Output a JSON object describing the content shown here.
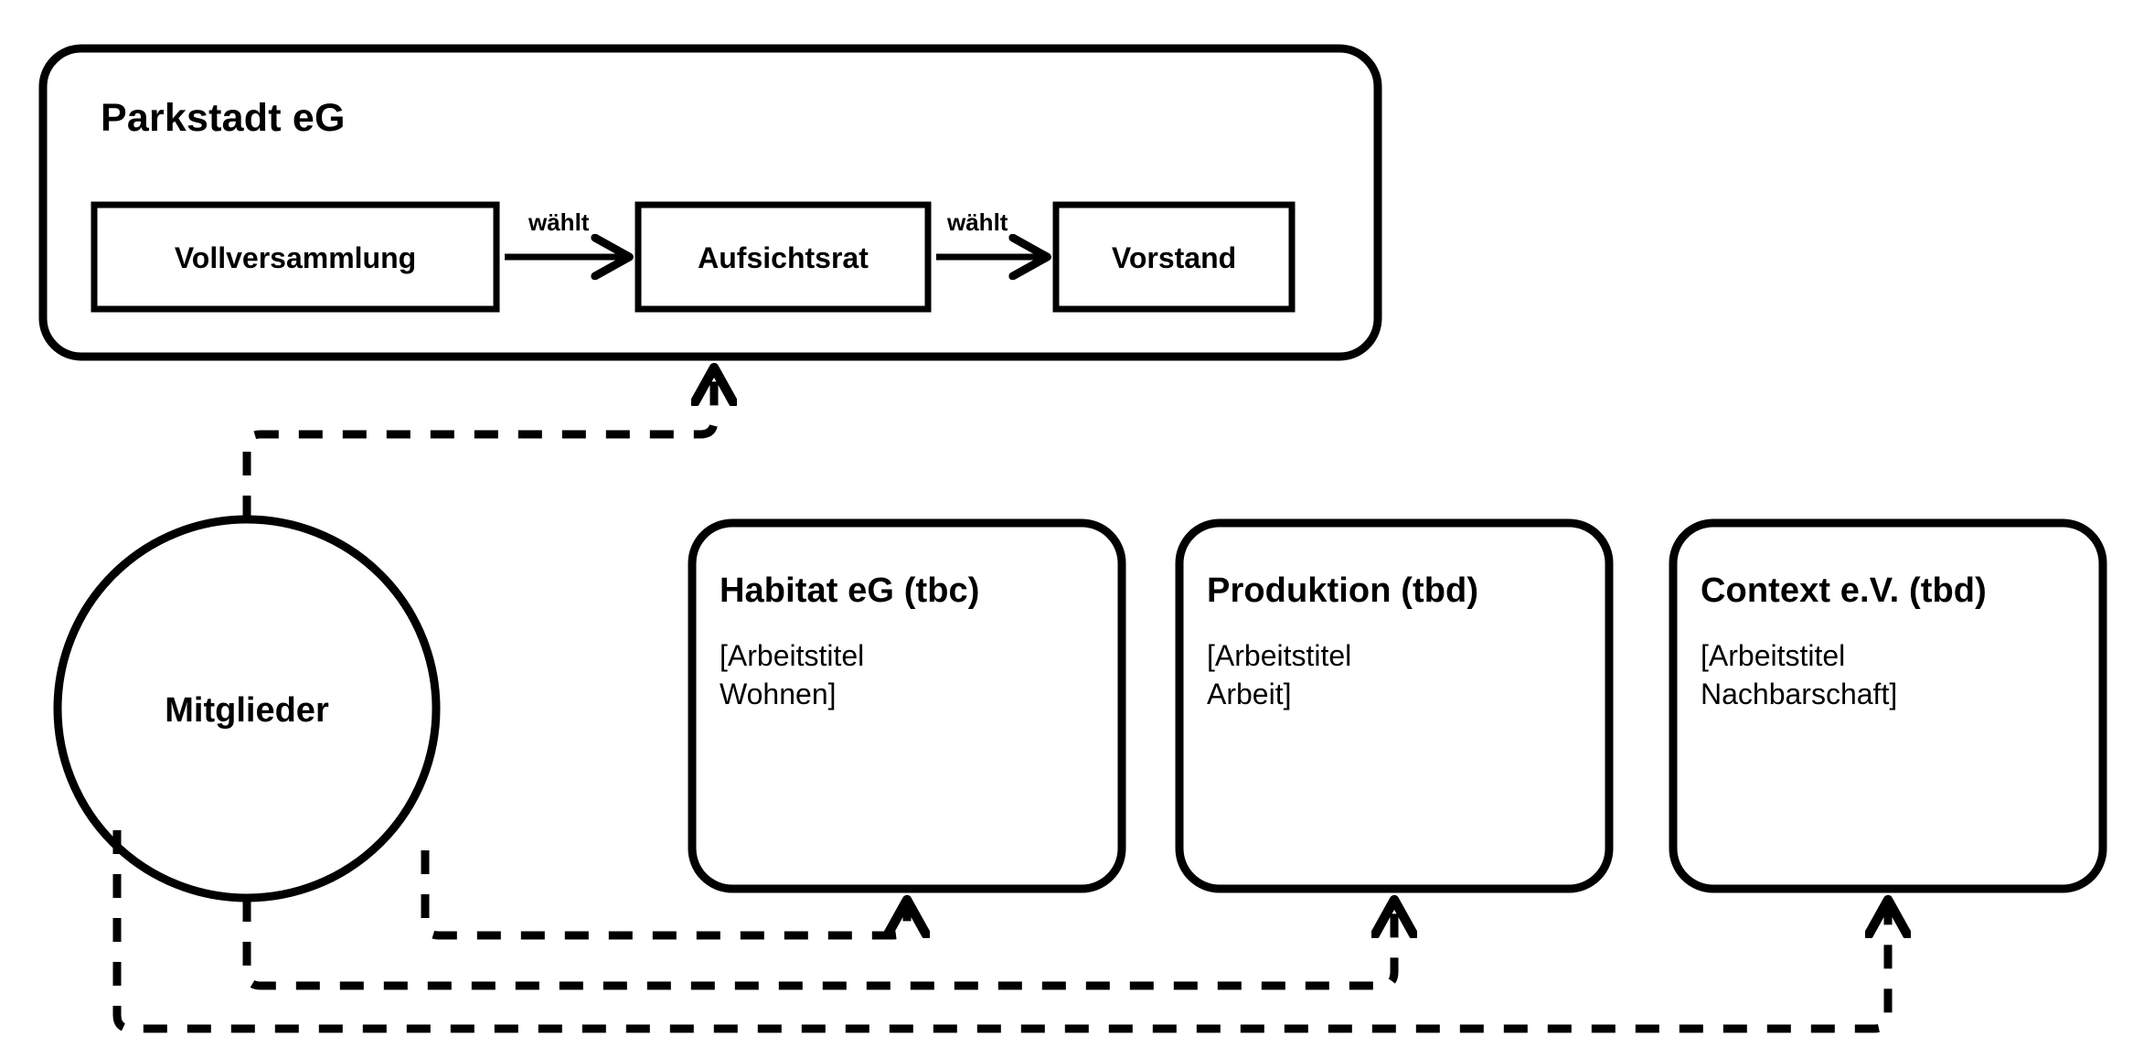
{
  "diagram": {
    "title_visible": false,
    "colors": {
      "stroke": "#000000",
      "fill": "#ffffff",
      "text": "#000000"
    },
    "parkstadt": {
      "label": "Parkstadt eG",
      "boxes": [
        {
          "id": "vollversammlung",
          "label": "Vollversammlung"
        },
        {
          "id": "aufsichtsrat",
          "label": "Aufsichtsrat"
        },
        {
          "id": "vorstand",
          "label": "Vorstand"
        }
      ],
      "edges": [
        {
          "from": "vollversammlung",
          "to": "aufsichtsrat",
          "label": "wählt",
          "style": "solid"
        },
        {
          "from": "aufsichtsrat",
          "to": "vorstand",
          "label": "wählt",
          "style": "solid"
        }
      ]
    },
    "members": {
      "label": "Mitglieder",
      "shape": "circle"
    },
    "entities": [
      {
        "id": "habitat",
        "title": "Habitat eG (tbc)",
        "subtitle": "[Arbeitstitel\nWohnen]"
      },
      {
        "id": "produktion",
        "title": "Produktion (tbd)",
        "subtitle": "[Arbeitstitel\nArbeit]"
      },
      {
        "id": "context",
        "title": "Context e.V. (tbd)",
        "subtitle": "[Arbeitstitel\nNachbarschaft]"
      }
    ],
    "member_links": [
      {
        "from": "members",
        "to": "parkstadt",
        "style": "dashed"
      },
      {
        "from": "members",
        "to": "habitat",
        "style": "dashed"
      },
      {
        "from": "members",
        "to": "produktion",
        "style": "dashed"
      },
      {
        "from": "members",
        "to": "context",
        "style": "dashed"
      }
    ]
  }
}
